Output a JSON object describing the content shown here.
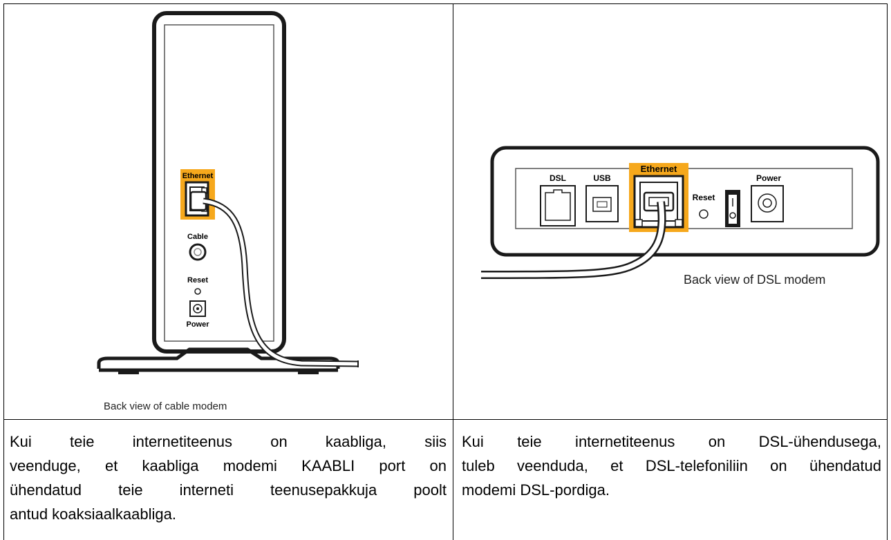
{
  "cable": {
    "labels": {
      "ethernet": "Ethernet",
      "cable": "Cable",
      "reset": "Reset",
      "power": "Power"
    },
    "caption": "Back view of cable modem",
    "text_lines": [
      "Kui teie internetiteenus on kaabliga, siis",
      "veenduge, et kaabliga modemi KAABLI port on",
      "ühendatud teie interneti teenusepakkuja poolt",
      "antud koaksiaalkaabliga."
    ]
  },
  "dsl": {
    "labels": {
      "dsl": "DSL",
      "usb": "USB",
      "ethernet": "Ethernet",
      "reset": "Reset",
      "power": "Power"
    },
    "caption": "Back view of DSL modem",
    "text_lines": [
      "Kui teie internetiteenus on DSL-ühendusega,",
      "tuleb veenduda, et DSL-telefoniliin on ühendatud",
      "modemi DSL-pordiga."
    ]
  },
  "colors": {
    "highlight": "#f6a81c",
    "border": "#000000",
    "device": "#1a1a1a"
  }
}
